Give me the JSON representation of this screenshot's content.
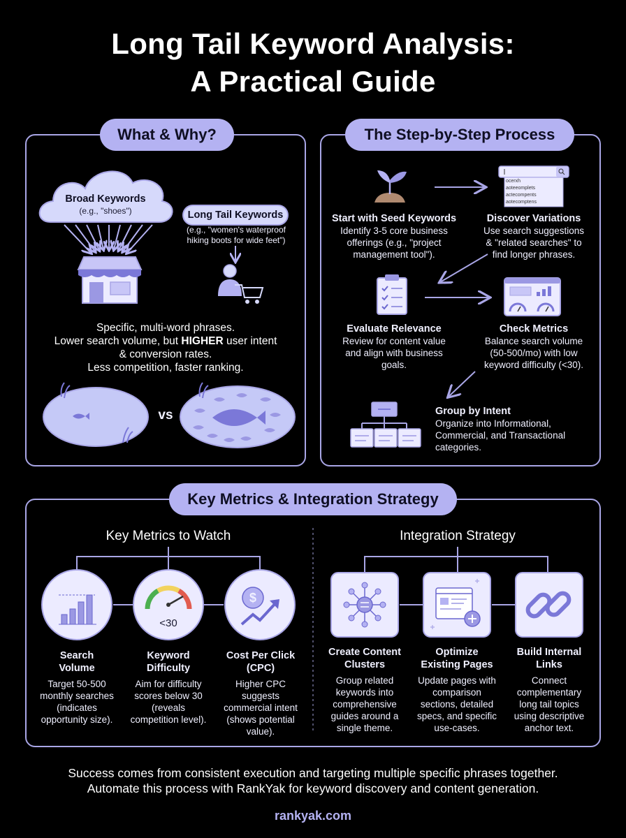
{
  "title": {
    "line1": "Long Tail Keyword Analysis:",
    "line2": "A Practical Guide"
  },
  "what_why": {
    "heading": "What & Why?",
    "broad_title": "Broad Keywords",
    "broad_example": "(e.g., \"shoes\")",
    "longtail_title": "Long Tail Keywords",
    "longtail_example_1": "(e.g., \"women's waterproof",
    "longtail_example_2": "hiking boots for wide feet\")",
    "desc_1": "Specific, multi-word phrases.",
    "desc_2a": "Lower search volume, but ",
    "desc_2b": "HIGHER",
    "desc_2c": " user intent",
    "desc_3": "& conversion rates.",
    "desc_4": "Less competition, faster ranking.",
    "vs": "vs"
  },
  "process": {
    "heading": "The Step-by-Step Process",
    "search_items": [
      "ocerxh",
      "aoteeomplets",
      "actecompents",
      "aotecomptens"
    ],
    "steps": [
      {
        "title": "Start with Seed Keywords",
        "lines": [
          "Identify 3-5 core business",
          "offerings (e.g., \"project",
          "management tool\")."
        ]
      },
      {
        "title": "Discover Variations",
        "lines": [
          "Use search suggestions",
          "& \"related searches\" to",
          "find longer phrases."
        ]
      },
      {
        "title": "Evaluate Relevance",
        "lines": [
          "Review for content value",
          "and align with business",
          "goals."
        ]
      },
      {
        "title": "Check Metrics",
        "lines": [
          "Balance search volume",
          "(50-500/mo) with low",
          "keyword difficulty (<30)."
        ]
      },
      {
        "title": "Group by Intent",
        "lines": [
          "Organize into Informational,",
          "Commercial, and Transactional",
          "categories."
        ]
      }
    ]
  },
  "metrics_strategy": {
    "heading": "Key Metrics & Integration Strategy",
    "metrics_heading": "Key Metrics to Watch",
    "strategy_heading": "Integration Strategy",
    "gauge_label": "<30",
    "dollar": "$",
    "metrics": [
      {
        "title_1": "Search",
        "title_2": "Volume",
        "lines": [
          "Target 50-500",
          "monthly searches",
          "(indicates",
          "opportunity size)."
        ]
      },
      {
        "title_1": "Keyword",
        "title_2": "Difficulty",
        "lines": [
          "Aim for difficulty",
          "scores below 30",
          "(reveals",
          "competition level)."
        ]
      },
      {
        "title_1": "Cost Per Click",
        "title_2": "(CPC)",
        "lines": [
          "Higher CPC",
          "suggests",
          "commercial intent",
          "(shows potential",
          "value)."
        ]
      }
    ],
    "strategies": [
      {
        "title_1": "Create Content",
        "title_2": "Clusters",
        "lines": [
          "Group related",
          "keywords into",
          "comprehensive",
          "guides around a",
          "single theme."
        ]
      },
      {
        "title_1": "Optimize",
        "title_2": "Existing Pages",
        "lines": [
          "Update pages with",
          "comparison",
          "sections, detailed",
          "specs, and specific",
          "use-cases."
        ]
      },
      {
        "title_1": "Build Internal",
        "title_2": "Links",
        "lines": [
          "Connect",
          "complementary",
          "long tail topics",
          "using descriptive",
          "anchor text."
        ]
      }
    ]
  },
  "footer": {
    "line1": "Success comes from consistent execution and targeting multiple specific phrases together.",
    "line2": "Automate this process with RankYak for keyword discovery and content generation.",
    "link": "rankyak.com"
  }
}
